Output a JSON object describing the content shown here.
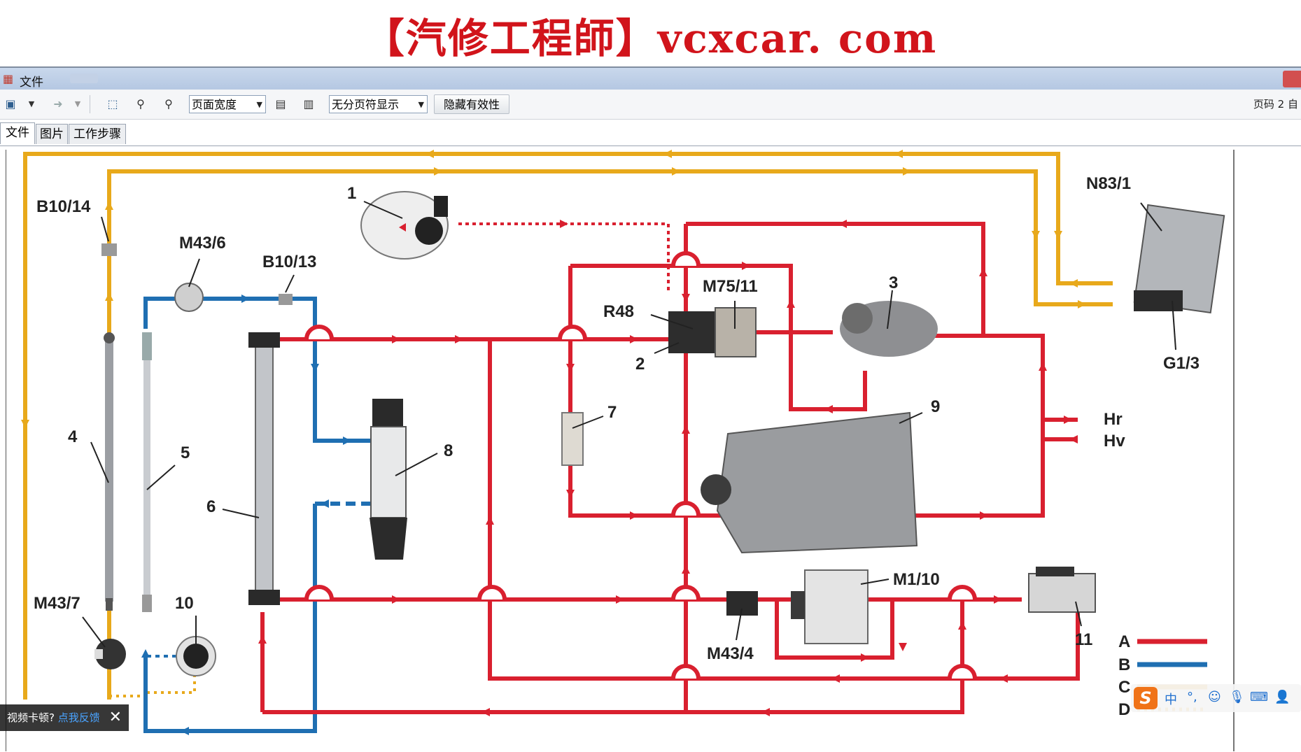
{
  "banner": {
    "text": "【汽修工程師】vcxcar. com"
  },
  "window": {
    "menu_file": "文件"
  },
  "toolbar": {
    "zoom_select": "页面宽度",
    "page_display_select": "无分页符显示",
    "hide_validity_button": "隐藏有效性",
    "page_label": "页码 2 自"
  },
  "tabs": [
    {
      "label": "文件"
    },
    {
      "label": "图片"
    },
    {
      "label": "工作步骤"
    }
  ],
  "diagram": {
    "labels": {
      "b10_14": "B10/14",
      "m43_6": "M43/6",
      "b10_13": "B10/13",
      "n83_1": "N83/1",
      "n1": "1",
      "r48": "R48",
      "m75_11": "M75/11",
      "n3": "3",
      "n2": "2",
      "g1_3": "G1/3",
      "n7": "7",
      "n9": "9",
      "hr": "Hr",
      "hv": "Hv",
      "n4": "4",
      "n5": "5",
      "n6": "6",
      "n8": "8",
      "m43_7": "M43/7",
      "n10": "10",
      "m1_10": "M1/10",
      "m43_4": "M43/4",
      "n11": "11"
    },
    "legend": [
      {
        "key": "A",
        "color": "#d9202f"
      },
      {
        "key": "B",
        "color": "#1f6fb2"
      },
      {
        "key": "C",
        "color": "#e8a91b"
      },
      {
        "key": "D",
        "color": "#e8a91b"
      }
    ],
    "colors": {
      "red": "#d9202f",
      "blue": "#1f6fb2",
      "yellow": "#e8a91b",
      "gray": "#9b9ea3"
    }
  },
  "overlay": {
    "feedback_text": "视频卡顿?",
    "feedback_link": "点我反馈",
    "ime_mode": "中"
  }
}
